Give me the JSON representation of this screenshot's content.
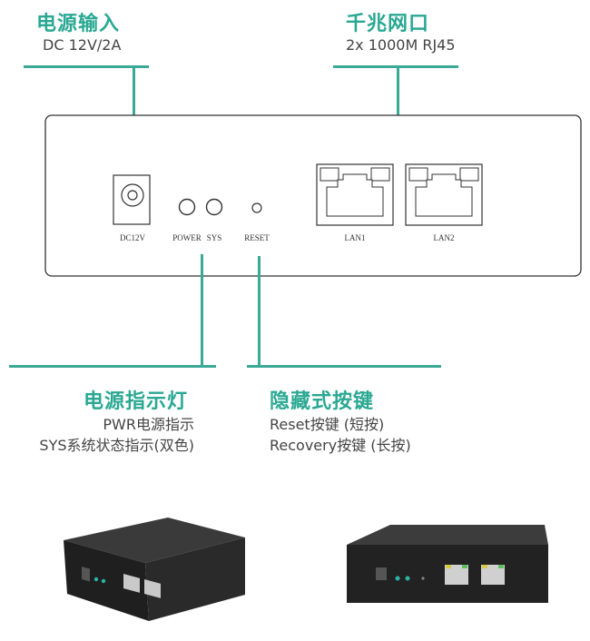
{
  "callouts": {
    "power_input": {
      "title": "电源输入",
      "subtitle": "DC 12V/2A"
    },
    "gigabit_ports": {
      "title": "千兆网口",
      "subtitle": "2x 1000M RJ45"
    },
    "indicator": {
      "title": "电源指示灯",
      "lines": [
        "PWR电源指示",
        "SYS系统状态指示(双色)"
      ]
    },
    "hidden_button": {
      "title": "隐藏式按键",
      "lines": [
        "Reset按键 (短按)",
        "Recovery按键 (长按)"
      ]
    }
  },
  "panel_labels": {
    "dc": "DC12V",
    "power": "POWER",
    "sys": "SYS",
    "reset": "RESET",
    "lan1": "LAN1",
    "lan2": "LAN2"
  },
  "photos": [
    {
      "name": "device-photo-angle",
      "color": "#1e1e1e"
    },
    {
      "name": "device-photo-front",
      "color": "#1e1e1e"
    }
  ],
  "colors": {
    "accent": "#3aa995",
    "title": "#2aa893",
    "led": "#2bb5a6"
  }
}
